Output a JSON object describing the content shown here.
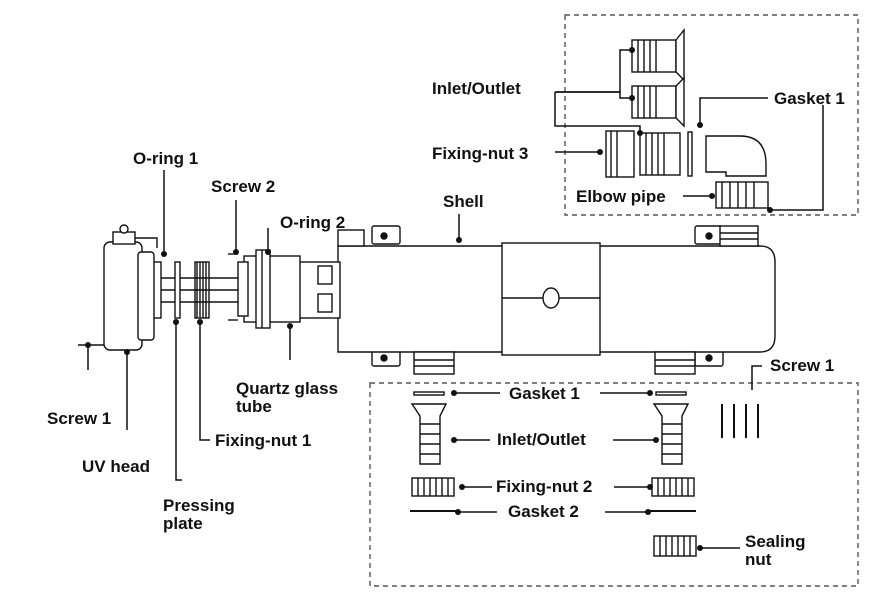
{
  "labels": {
    "inlet_outlet_top": "Inlet/Outlet",
    "gasket1_top": "Gasket 1",
    "fixing_nut_3": "Fixing-nut 3",
    "elbow_pipe": "Elbow pipe",
    "o_ring_1": "O-ring 1",
    "screw_2": "Screw 2",
    "o_ring_2": "O-ring 2",
    "shell": "Shell",
    "quartz_glass_tube": "Quartz glass tube",
    "screw_1_left": "Screw 1",
    "uv_head": "UV head",
    "fixing_nut_1": "Fixing-nut 1",
    "pressing_plate": "Pressing plate",
    "gasket1_bottom": "Gasket 1",
    "inlet_outlet_bottom": "Inlet/Outlet",
    "fixing_nut_2": "Fixing-nut 2",
    "gasket2": "Gasket 2",
    "screw_1_right": "Screw 1",
    "sealing_nut": "Sealing nut"
  },
  "colors": {
    "line": "#111111",
    "fill": "#ffffff",
    "dash": "#555555"
  }
}
